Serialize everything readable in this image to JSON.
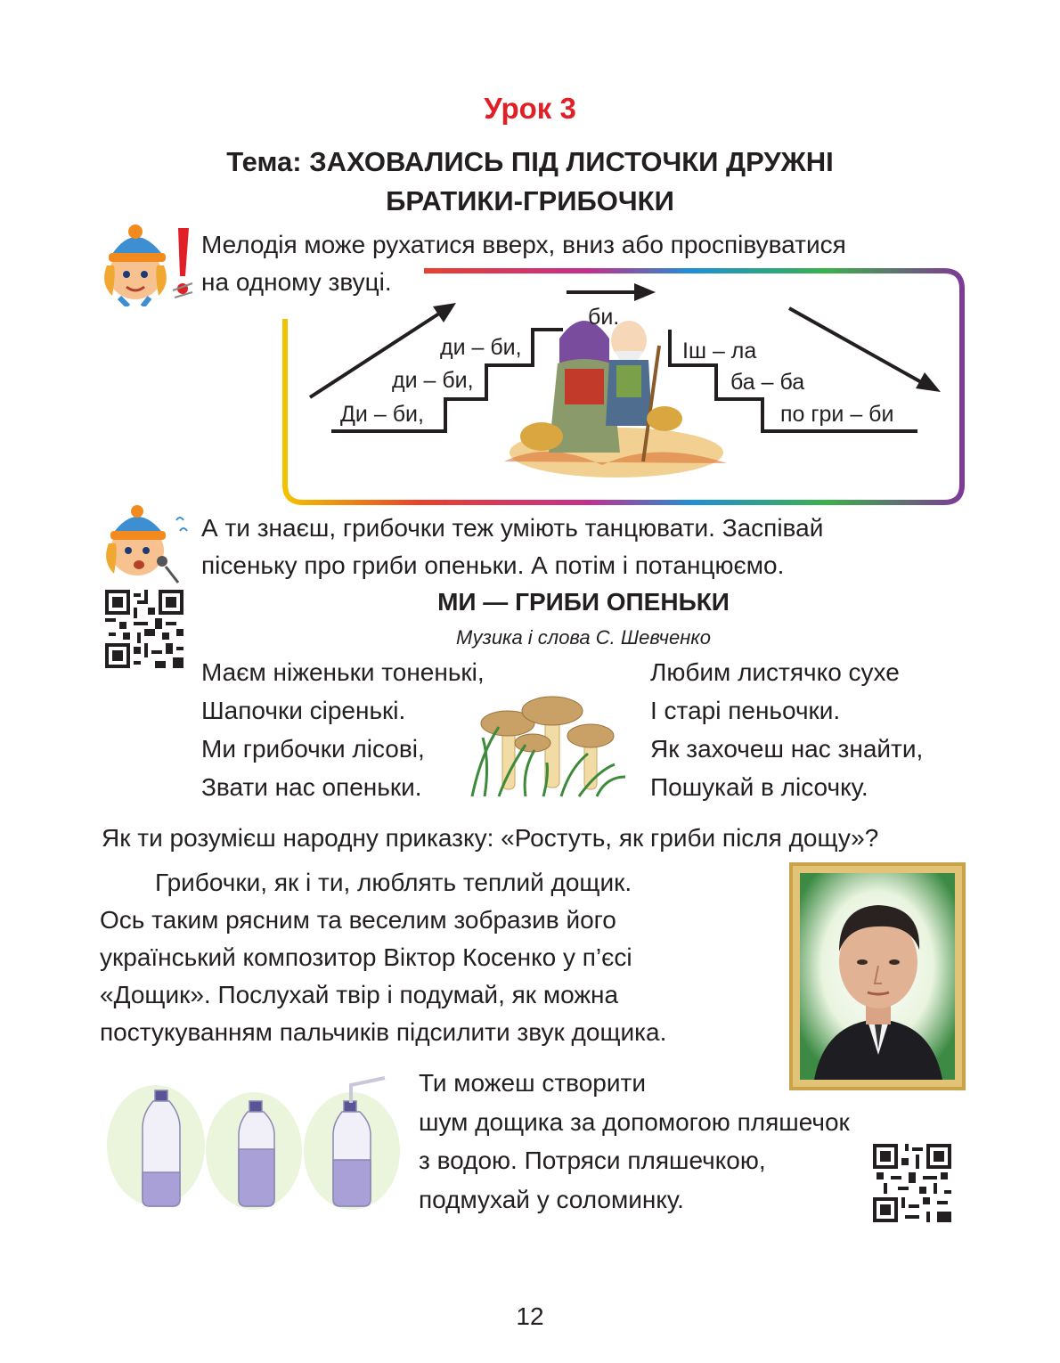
{
  "lesson_title": "Урок 3",
  "topic": {
    "line1": "Тема: ЗАХОВАЛИСЬ ПІД ЛИСТОЧКИ ДРУЖНІ",
    "line2": "БРАТИКИ-ГРИБОЧКИ"
  },
  "melody_note": {
    "line1": "Мелодія може рухатися вверх, вниз або проспівуватися",
    "line2": "на одному звуці."
  },
  "staircase": {
    "up": [
      "Ди – би,",
      "ди – би,",
      "ди – би,"
    ],
    "top": "би.",
    "down": [
      "Іш – ла",
      "ба – ба",
      "по гри – би"
    ]
  },
  "intro": {
    "line1": "А ти знаєш, грибочки теж уміють танцювати. Заспівай",
    "line2": "пісеньку про гриби опеньки. А потім і потанцюємо."
  },
  "song": {
    "title": "МИ — ГРИБИ ОПЕНЬКИ",
    "author": "Музика і слова С. Шевченко",
    "verse_left": [
      "Маєм ніженьки тоненькі,",
      "Шапочки сіренькі.",
      "Ми грибочки лісові,",
      "Звати нас опеньки."
    ],
    "verse_right": [
      "Любим листячко сухе",
      "І старі пеньочки.",
      "Як захочеш нас знайти,",
      "Пошукай в лісочку."
    ]
  },
  "question": "Як ти розумієш народну приказку: «Ростуть, як гриби після дощу»?",
  "paragraph": [
    "Грибочки, як і ти, люблять теплий дощик.",
    "Ось таким рясним та веселим зобразив його",
    "український композитор Віктор Косенко у п’єсі",
    "«Дощик». Послухай твір і подумай, як можна",
    "постукуванням пальчиків підсилити звук дощика."
  ],
  "bottles_text": [
    "Ти можеш створити",
    "шум дощика за допомогою пляшечок",
    "з водою. Потряси пляшечкою,",
    "подмухай у соломинку."
  ],
  "page_number": "12",
  "colors": {
    "title_red": "#e01f26",
    "text": "#231f20"
  }
}
